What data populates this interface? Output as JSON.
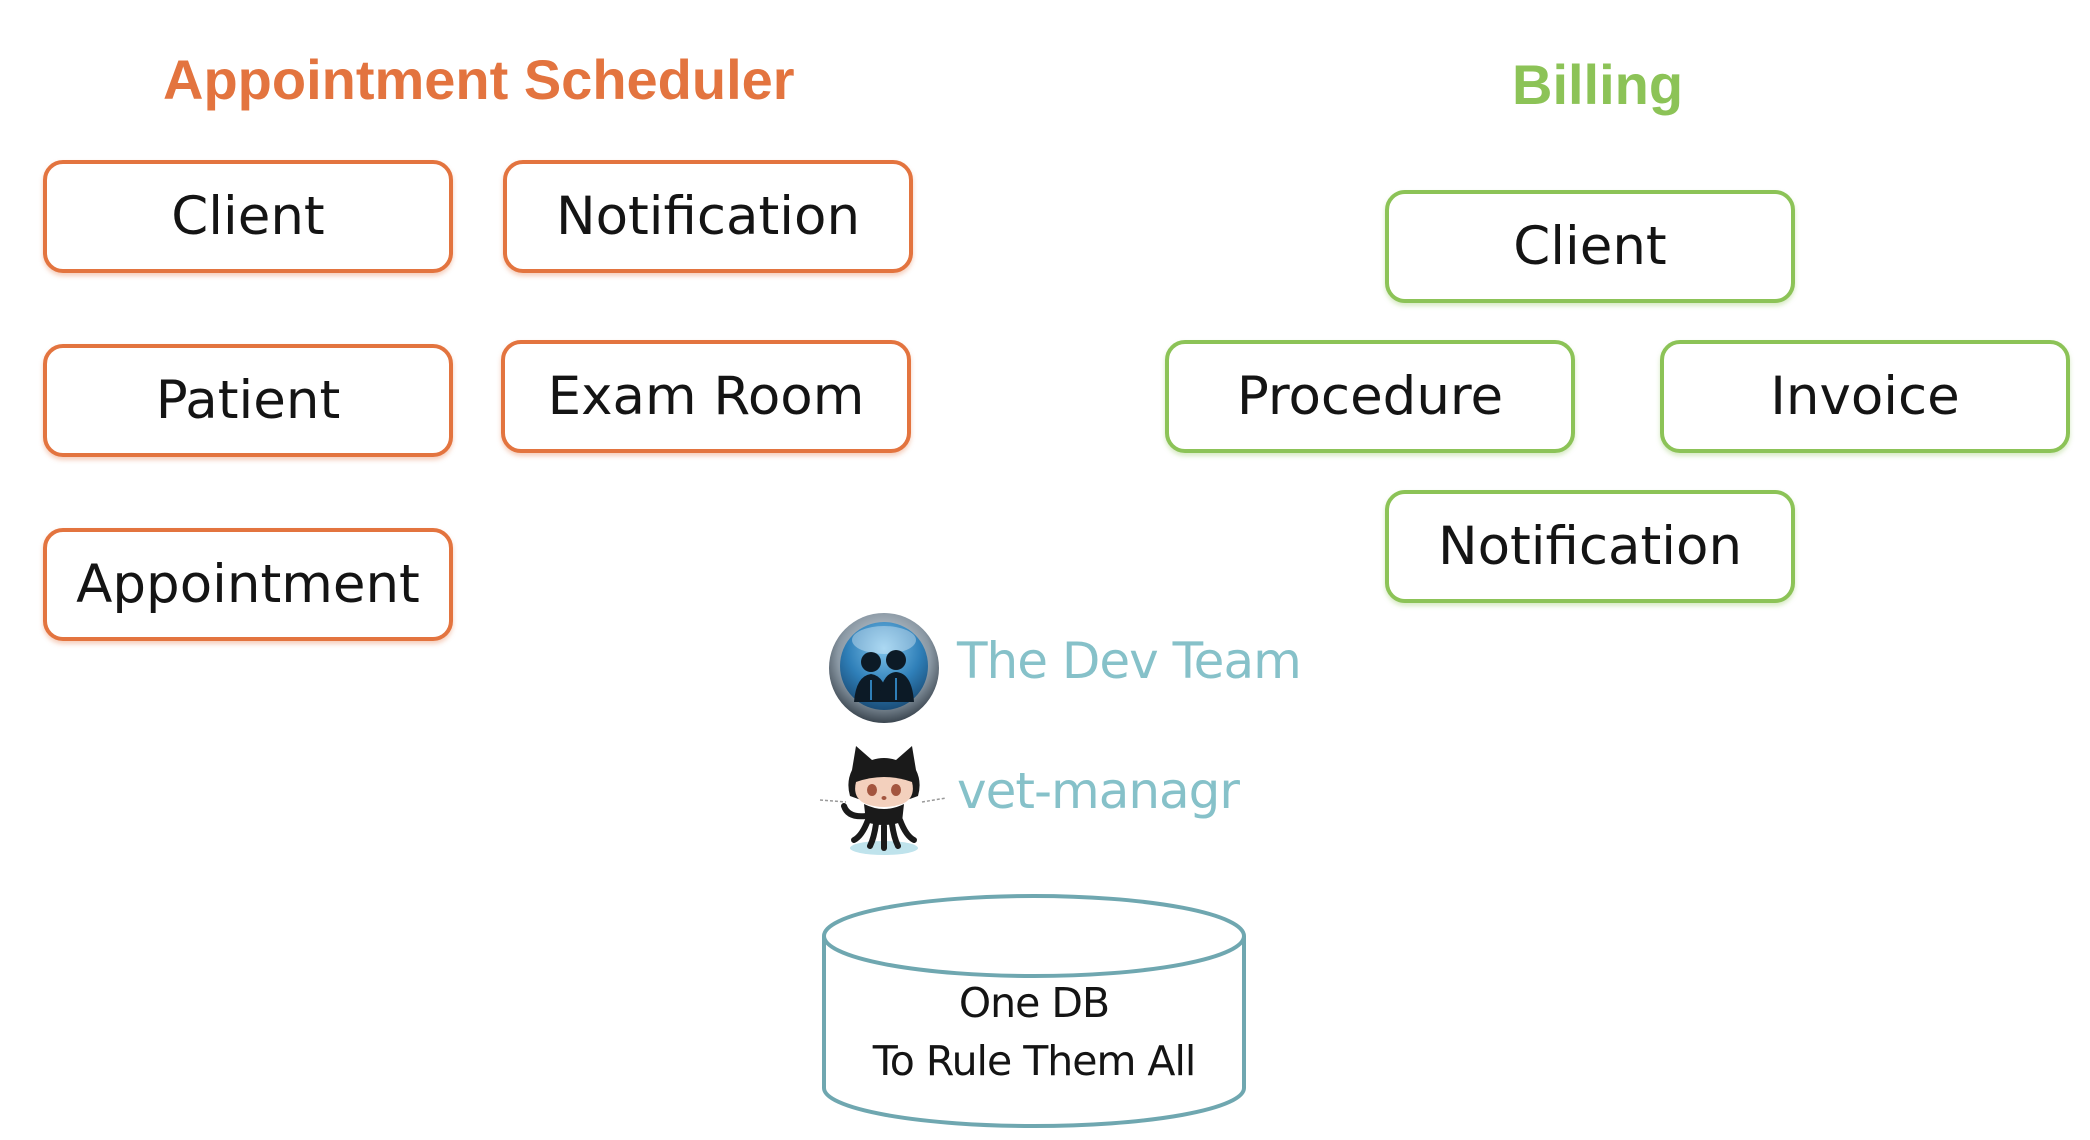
{
  "scheduler": {
    "title": "Appointment Scheduler",
    "color": "#e3743f",
    "boxes": [
      "Client",
      "Notification",
      "Patient",
      "Exam Room",
      "Appointment"
    ]
  },
  "billing": {
    "title": "Billing",
    "color": "#8cc357",
    "boxes": [
      "Client",
      "Procedure",
      "Invoice",
      "Notification"
    ]
  },
  "team": {
    "label": "The Dev Team",
    "icon": "team-icon"
  },
  "repo": {
    "label": "vet-managr",
    "icon": "github-octocat-icon"
  },
  "database": {
    "line1": "One DB",
    "line2": "To Rule Them All",
    "color": "#6fa7b0",
    "icon": "database-cylinder"
  }
}
